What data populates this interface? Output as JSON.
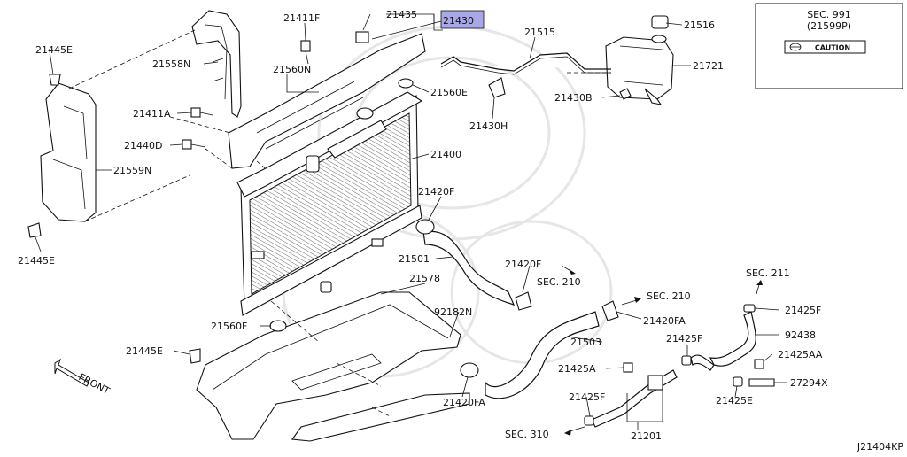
{
  "diagram": {
    "code": "J21404KP",
    "front_label": "FRONT",
    "caution_box": {
      "sec": "SEC. 991",
      "part": "(21599P)",
      "label": "CAUTION"
    },
    "highlight_color": "#a8a8e6",
    "parts": {
      "p21435": "21435",
      "p21430": "21430",
      "p21411f": "21411F",
      "p21515": "21515",
      "p21516": "21516",
      "p21445e_a": "21445E",
      "p21558n": "21558N",
      "p21560n": "21560N",
      "p21721": "21721",
      "p21560e": "21560E",
      "p21430b": "21430B",
      "p21411a": "21411A",
      "p21430h": "21430H",
      "p21440d": "21440D",
      "p21400": "21400",
      "p21559n": "21559N",
      "p21420f_a": "21420F",
      "p21445e_b": "21445E",
      "p21501": "21501",
      "p21420f_b": "21420F",
      "p21578": "21578",
      "p92182n": "92182N",
      "p21560f": "21560F",
      "p21503": "21503",
      "p21420fa_a": "21420FA",
      "p21425f_a": "21425F",
      "p92438": "92438",
      "p21425f_b": "21425F",
      "p21445e_c": "21445E",
      "p21425aa": "21425AA",
      "p21425a": "21425A",
      "p27294x": "27294X",
      "p21420fa_b": "21420FA",
      "p21425f_c": "21425F",
      "p21425e": "21425E",
      "p21201": "21201"
    },
    "sections": {
      "sec210_a": "SEC. 210",
      "sec210_b": "SEC. 210",
      "sec211": "SEC. 211",
      "sec310": "SEC. 310"
    }
  }
}
